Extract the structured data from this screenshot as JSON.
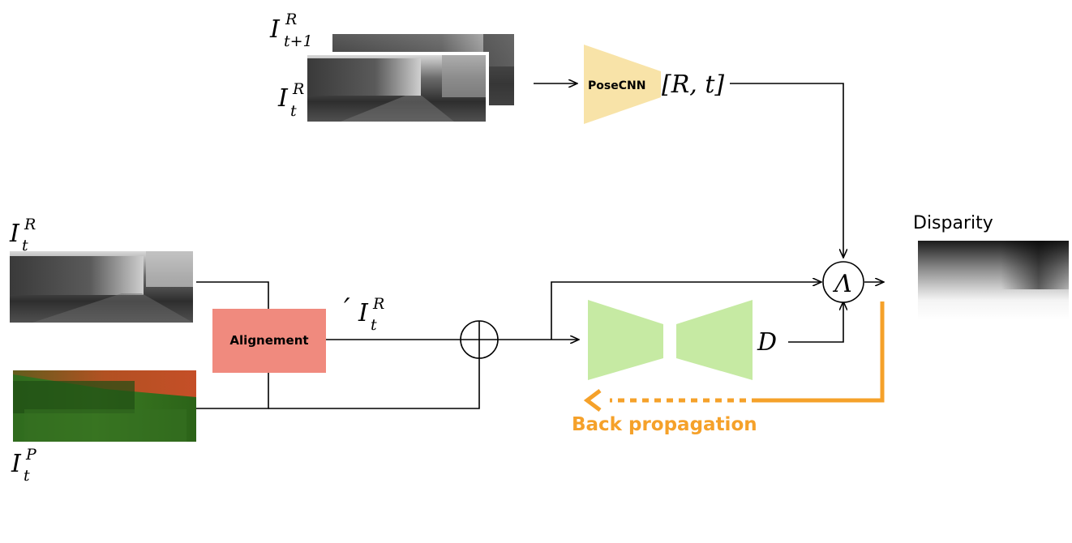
{
  "labels": {
    "img_next_base": "I",
    "img_next_sup": "R",
    "img_next_sub": "t+1",
    "img_t_top_base": "I",
    "img_t_top_sup": "R",
    "img_t_top_sub": "t",
    "img_t_left_base": "I",
    "img_t_left_sup": "R",
    "img_t_left_sub": "t",
    "img_p_base": "I",
    "img_p_sup": "P",
    "img_p_sub": "t",
    "aligned_prime": "′",
    "aligned_base": "I",
    "aligned_sup": "R",
    "aligned_sub": "t",
    "posecnn": "PoseCNN",
    "pose_output": "[R, t]",
    "alignment": "Alignement",
    "depth": "D",
    "warp_op": "Λ",
    "disparity": "Disparity",
    "backprop": "Back propagation"
  },
  "colors": {
    "posecnn": "#f8e3a8",
    "alignment": "#f08a7e",
    "depthnet": "#c6eaa3",
    "backprop": "#f5a12a",
    "line": "#000000"
  }
}
